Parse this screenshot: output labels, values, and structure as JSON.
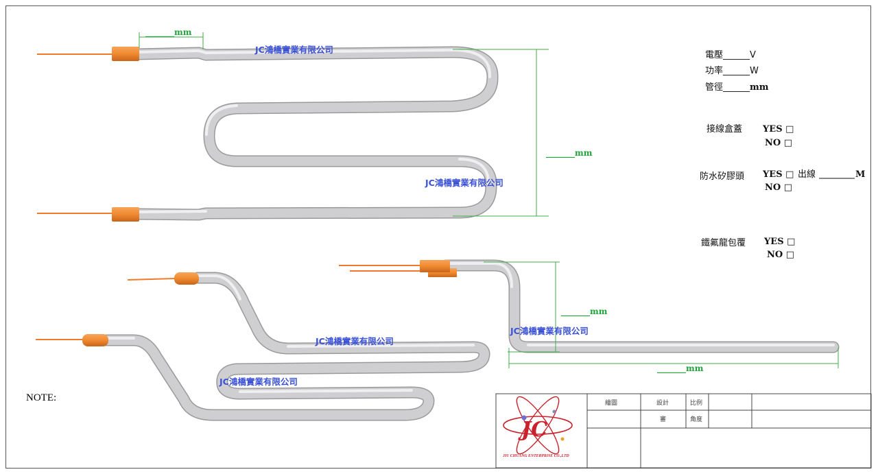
{
  "company_label": "JC鴻橋實業有限公司",
  "dimension_label_mm": "mm",
  "dimension_blank": "_______",
  "specs": {
    "voltage": "電壓______V",
    "power": "功率______W",
    "diameter_label": "管徑______",
    "diameter_unit": "mm"
  },
  "options": {
    "junction_cover": "接線盒蓋",
    "waterproof": "防水矽膠頭",
    "lead_wire": "出線",
    "lead_wire_unit": "M",
    "teflon": "鐵氟龍包覆",
    "yes": "YES",
    "no": "NO",
    "checkbox": "□"
  },
  "note_label": "NOTE:",
  "title_block": {
    "drawn_by": "繪圖",
    "design": "設計",
    "scale": "比例",
    "check": "審",
    "angle": "角度",
    "logo_letters": "JC",
    "logo_company": "JIU CHUANG ENTERPRISE CO.,LTD"
  },
  "colors": {
    "pipe": "#cfcfd2",
    "lead": "#f07a2a",
    "sleeve": "#f08a30",
    "dimension": "#3fae49",
    "company": "#3c52d6",
    "logo": "#c8232c"
  }
}
